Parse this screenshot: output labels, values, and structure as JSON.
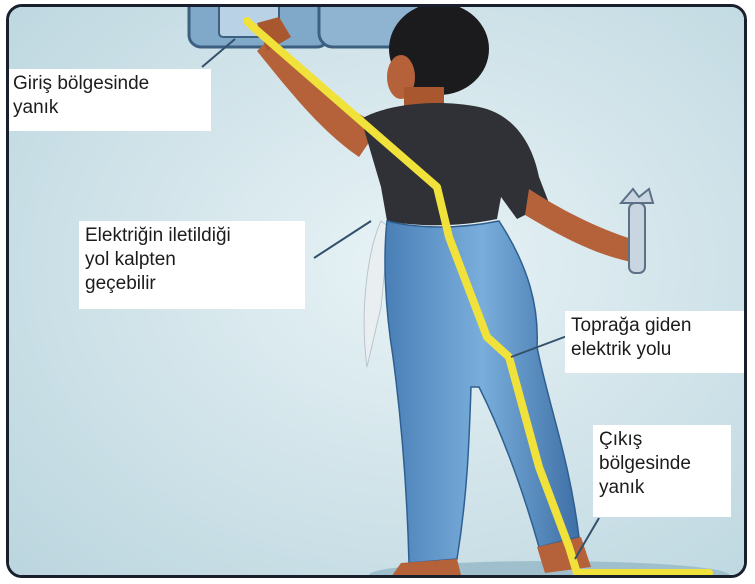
{
  "labels": {
    "entry_burn": "Giriş bölgesinde\nyanık",
    "heart_path": "Elektriğin iletildiği\nyol kalpten\ngeçebilir",
    "ground_path": "Toprağa giden\nelektrik yolu",
    "exit_burn": "Çıkış\nbölgesinde\nyanık"
  },
  "colors": {
    "background": "#cfe3ea",
    "current_path": "#f0e23a",
    "shirt": "#2f3136",
    "jeans": "#5f93c6",
    "skin": "#b5613a"
  },
  "icons": [
    "fuse-box-icon",
    "wrench-icon"
  ]
}
